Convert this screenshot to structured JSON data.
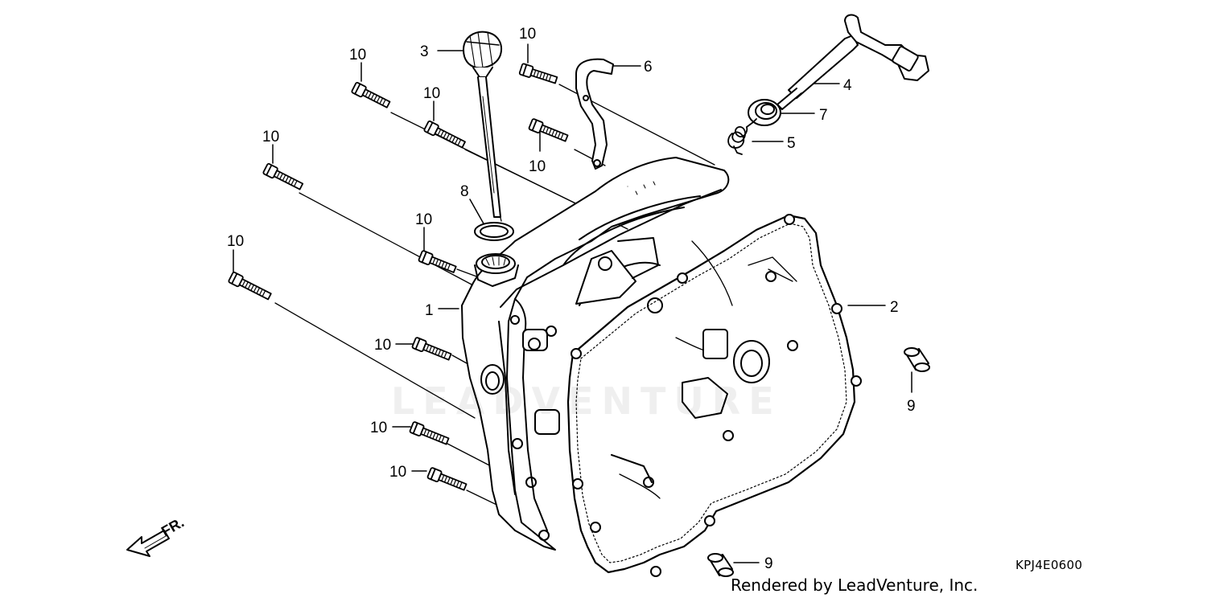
{
  "diagram": {
    "callouts": [
      {
        "id": "part-1",
        "text": "1"
      },
      {
        "id": "part-2",
        "text": "2"
      },
      {
        "id": "part-3",
        "text": "3"
      },
      {
        "id": "part-4",
        "text": "4"
      },
      {
        "id": "part-5",
        "text": "5"
      },
      {
        "id": "part-6",
        "text": "6"
      },
      {
        "id": "part-7",
        "text": "7"
      },
      {
        "id": "part-8",
        "text": "8"
      },
      {
        "id": "part-9a",
        "text": "9"
      },
      {
        "id": "part-9b",
        "text": "9"
      },
      {
        "id": "bolt-a",
        "text": "10"
      },
      {
        "id": "bolt-b",
        "text": "10"
      },
      {
        "id": "bolt-c",
        "text": "10"
      },
      {
        "id": "bolt-d",
        "text": "10"
      },
      {
        "id": "bolt-e",
        "text": "10"
      },
      {
        "id": "bolt-f",
        "text": "10"
      },
      {
        "id": "bolt-g",
        "text": "10"
      },
      {
        "id": "bolt-h",
        "text": "10"
      },
      {
        "id": "bolt-i",
        "text": "10"
      },
      {
        "id": "bolt-j",
        "text": "10"
      }
    ],
    "front_label": "FR.",
    "watermark": "LEADVENTURE",
    "diagram_code": "KPJ4E0600",
    "render_credit": "Rendered by LeadVenture, Inc."
  }
}
